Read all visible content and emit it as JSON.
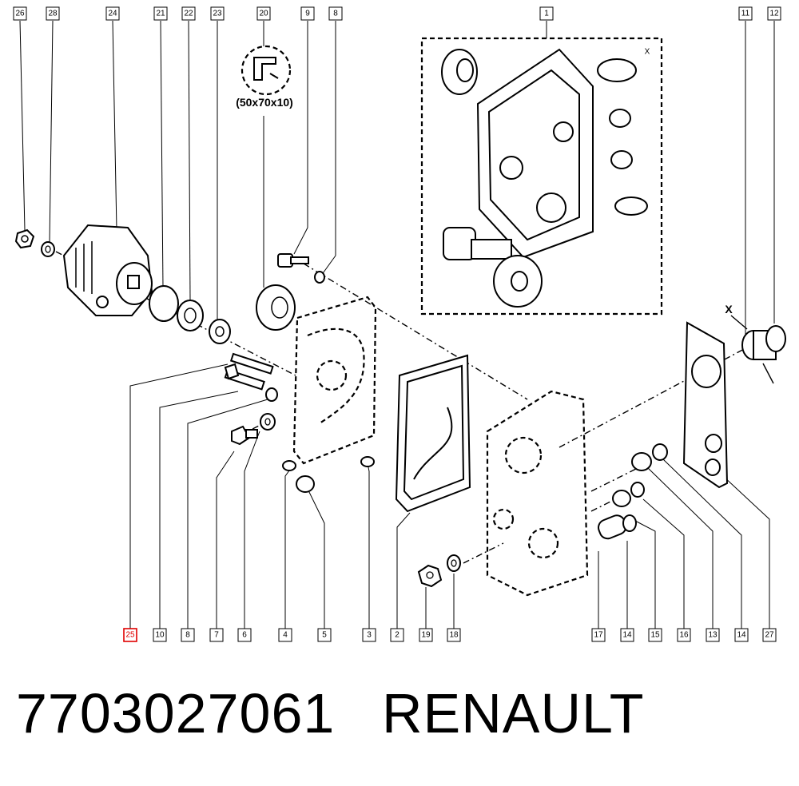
{
  "callouts_top": [
    "26",
    "28",
    "24",
    "21",
    "22",
    "23",
    "20",
    "9",
    "8",
    "1",
    "11",
    "12"
  ],
  "callouts_bottom": [
    "25",
    "10",
    "8",
    "7",
    "6",
    "4",
    "5",
    "3",
    "2",
    "19",
    "18",
    "17",
    "14",
    "15",
    "16",
    "13",
    "14",
    "27"
  ],
  "highlighted_callout": "25",
  "seal_size_label": "(50x70x10)",
  "dimension_marker": "X",
  "part_number": "7703027061",
  "brand": "RENAULT"
}
